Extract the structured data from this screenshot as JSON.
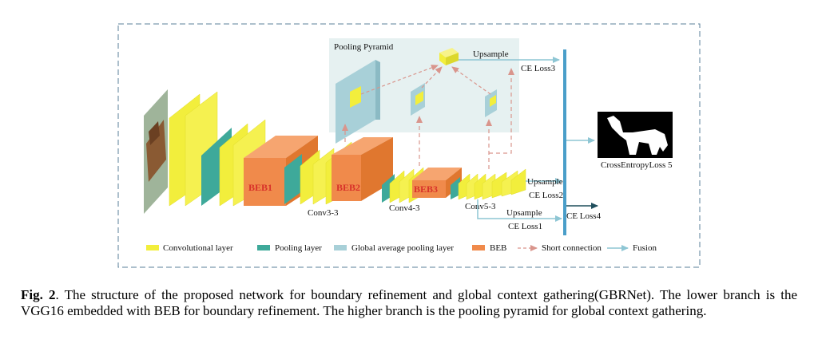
{
  "diagram": {
    "pyramid_title": "Pooling Pyramid",
    "labels": {
      "upsample_top": "Upsample",
      "ce_loss3": "CE Loss3",
      "beb1": "BEB1",
      "beb2": "BEB2",
      "beb3": "BEB3",
      "conv3_3": "Conv3-3",
      "conv4_3": "Conv4-3",
      "conv5_3": "Conv5-3",
      "upsample_mid": "Upsample",
      "ce_loss2": "CE Loss2",
      "upsample_low": "Upsample",
      "ce_loss1": "CE Loss1",
      "ce_loss4": "CE Loss4",
      "output_label": "CrossEntropyLoss 5"
    },
    "legend": [
      {
        "label": "Convolutional layer",
        "color": "#f2ee3c"
      },
      {
        "label": "Pooling  layer",
        "color": "#3ea99a"
      },
      {
        "label": "Global average pooling  layer",
        "color": "#a8d0d8"
      },
      {
        "label": "BEB",
        "color": "#f08a4b"
      },
      {
        "label": "Short connection",
        "color": "#d9958c"
      },
      {
        "label": "Fusion",
        "color": "#8ec6d4"
      }
    ],
    "colors": {
      "conv": "#f2ee3c",
      "pool": "#3ea99a",
      "gap": "#a8d0d8",
      "beb": "#f08a4b",
      "short": "#d9958c",
      "fusion": "#8ec6d4",
      "fusion_bar": "#4a9ec9",
      "pyramid_bg": "#e6f1f1"
    }
  },
  "caption": {
    "fig_label": "Fig. 2",
    "text": ".  The structure of the proposed network for boundary refinement and global context gathering(GBRNet).  The lower branch is the VGG16 embedded with BEB for boundary refinement.  The higher branch is the pooling pyramid for global context gathering."
  }
}
